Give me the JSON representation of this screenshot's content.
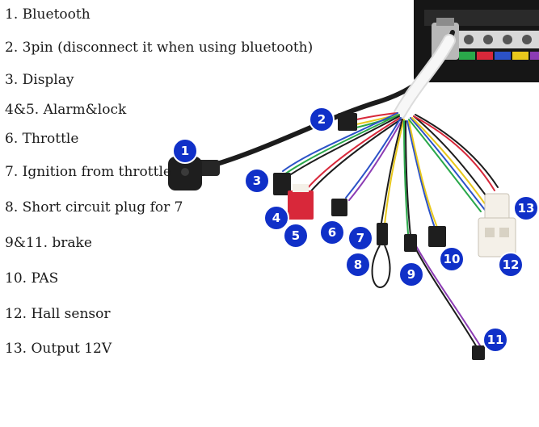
{
  "legend": [
    {
      "id": "1",
      "text": "1. Bluetooth"
    },
    {
      "id": "2",
      "text": "2. 3pin (disconnect it when using bluetooth)"
    },
    {
      "id": "3",
      "text": "3. Display"
    },
    {
      "id": "4-5",
      "text": "4&5. Alarm&lock"
    },
    {
      "id": "6",
      "text": "6. Throttle"
    },
    {
      "id": "7",
      "text": "7. Ignition from throttle"
    },
    {
      "id": "8",
      "text": "8. Short circuit plug for 7"
    },
    {
      "id": "9-11",
      "text": "9&11. brake"
    },
    {
      "id": "10",
      "text": "10. PAS"
    },
    {
      "id": "12",
      "text": "12. Hall sensor"
    },
    {
      "id": "13",
      "text": "13. Output 12V"
    }
  ],
  "markers": [
    "1",
    "2",
    "3",
    "4",
    "5",
    "6",
    "7",
    "8",
    "9",
    "10",
    "11",
    "12",
    "13"
  ],
  "colors": {
    "marker_fill": "#1030c8",
    "marker_stroke": "#ffffff",
    "sheath": "#f2f2f2",
    "cable": "#1c1c1c",
    "controller": "#161616",
    "connector_red": "#d8283a",
    "connector_white": "#f4f0e8"
  }
}
